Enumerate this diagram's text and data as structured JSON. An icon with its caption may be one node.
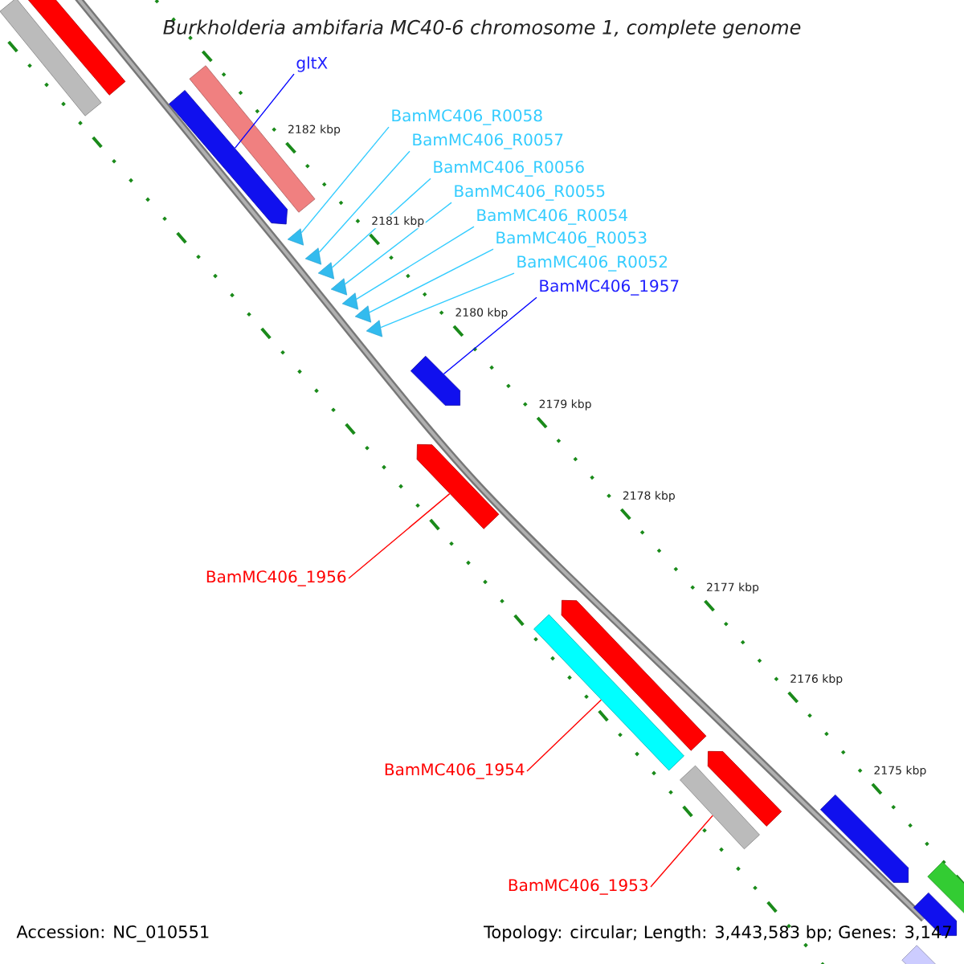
{
  "diagram": {
    "title": "Burkholderia ambifaria MC40-6 chromosome 1, complete genome",
    "nodes": [
      {
        "text": [
          "gltX"
        ]
      },
      {
        "text": [],
        "shape": "arrow"
      },
      {
        "text": [
          "BamMC406_R0058"
        ]
      },
      {
        "text": [
          "BamMC406_R0057"
        ]
      },
      {
        "text": [
          "BamMC406_R0056"
        ]
      },
      {
        "text": [
          "BamMC406_R0055"
        ]
      },
      {
        "text": [
          "BamMC406_R0054"
        ]
      },
      {
        "text": [
          "BamMC406_R0053"
        ]
      },
      {
        "text": [
          "BamMC406_R0052"
        ]
      },
      {
        "text": [],
        "shape": "triangle"
      },
      {
        "text": [],
        "shape": "triangle"
      },
      {
        "text": [],
        "shape": "triangle"
      },
      {
        "text": [],
        "shape": "triangle"
      },
      {
        "text": [],
        "shape": "triangle"
      },
      {
        "text": [],
        "shape": "triangle"
      },
      {
        "text": [],
        "shape": "triangle"
      },
      {
        "text": [
          "BamMC406_1957"
        ]
      },
      {
        "text": [],
        "shape": "arrow"
      },
      {
        "text": [
          "BamMC406_1956"
        ]
      },
      {
        "text": [],
        "shape": "arrow"
      },
      {
        "text": [
          "BamMC406_1954"
        ]
      },
      {
        "text": [],
        "shape": "bar"
      },
      {
        "text": [
          "BamMC406_1953"
        ]
      },
      {
        "text": [],
        "shape": "bar"
      },
      {
        "text": [],
        "shape": "bar"
      },
      {
        "text": [],
        "shape": "bar"
      },
      {
        "text": [],
        "shape": "bar"
      },
      {
        "text": [],
        "shape": "arrow"
      },
      {
        "text": [],
        "shape": "arrow"
      },
      {
        "text": [],
        "shape": "arrow"
      },
      {
        "text": [],
        "shape": "bar"
      },
      {
        "text": [],
        "shape": "arrow"
      },
      {
        "text": [],
        "shape": "bar"
      }
    ],
    "edges": [
      {
        "from": 0,
        "to": 1,
        "arrow": "none",
        "color": "#0000ff"
      },
      {
        "from": 2,
        "to": 9,
        "arrow": "none"
      },
      {
        "from": 3,
        "to": 10,
        "arrow": "none"
      },
      {
        "from": 4,
        "to": 11,
        "arrow": "none"
      },
      {
        "from": 5,
        "to": 12,
        "arrow": "none"
      },
      {
        "from": 6,
        "to": 13,
        "arrow": "none"
      },
      {
        "from": 7,
        "to": 14,
        "arrow": "none"
      },
      {
        "from": 8,
        "to": 15,
        "arrow": "none"
      },
      {
        "from": 16,
        "to": 17,
        "arrow": "none",
        "color": "#0000ff"
      },
      {
        "from": 18,
        "to": 19,
        "arrow": "none",
        "color": "#ff0000"
      },
      {
        "from": 20,
        "to": 21,
        "arrow": "none",
        "color": "#ff0000"
      },
      {
        "from": 22,
        "to": 23,
        "arrow": "none",
        "color": "#ff0000"
      }
    ],
    "labels": [
      "2182 kbp",
      "2181 kbp",
      "2180 kbp",
      "2179 kbp",
      "2178 kbp",
      "2177 kbp",
      "2176 kbp",
      "2175 kbp",
      "Accession: NC_010551",
      "Topology: circular; Length: 3,443,583 bp; Genes: 3,147"
    ]
  }
}
